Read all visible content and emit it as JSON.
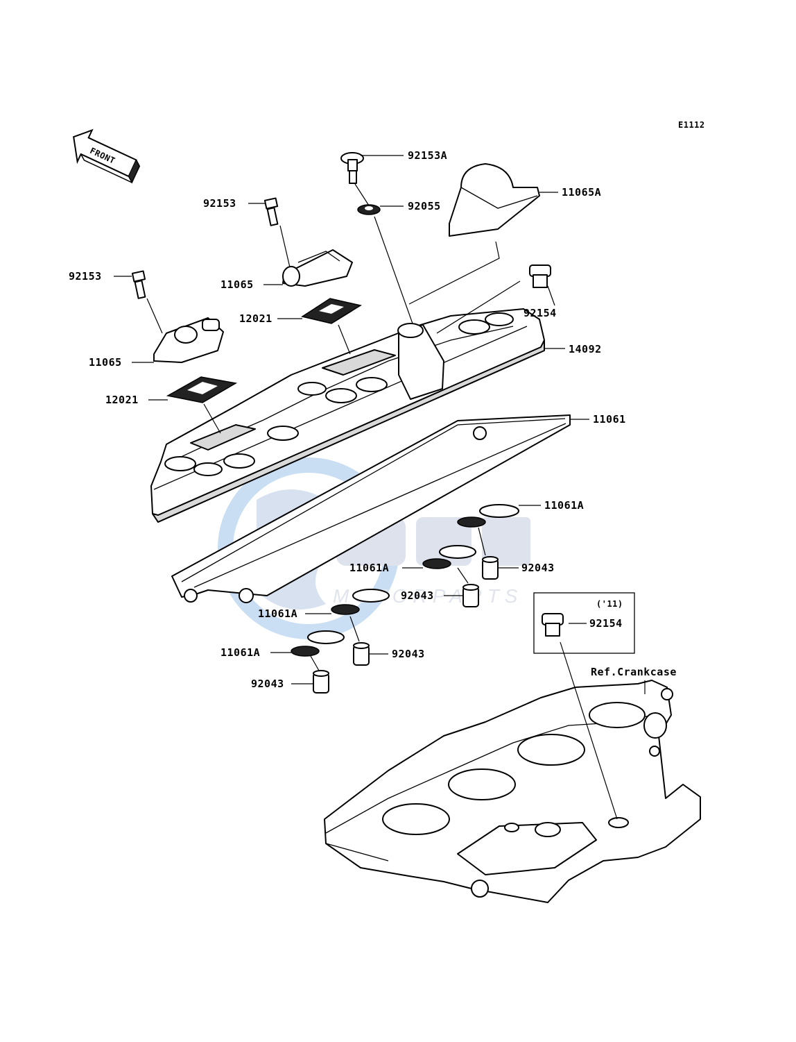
{
  "diagram_code": "E1112",
  "front_arrow_label": "FRONT",
  "watermark": {
    "text": "MOTORPARTS",
    "logo": "osm"
  },
  "inset": {
    "year_label": "('11)",
    "part": "92154"
  },
  "reference_label": "Ref.Crankcase",
  "callouts": {
    "c_92153A": "92153A",
    "c_92055": "92055",
    "c_11065A": "11065A",
    "c_92153_top": "92153",
    "c_92153_left": "92153",
    "c_11065_top": "11065",
    "c_11065_left": "11065",
    "c_12021_top": "12021",
    "c_12021_left": "12021",
    "c_92154": "92154",
    "c_14092": "14092",
    "c_11061": "11061",
    "c_11061A_1": "11061A",
    "c_11061A_2": "11061A",
    "c_11061A_3": "11061A",
    "c_11061A_4": "11061A",
    "c_92043_1": "92043",
    "c_92043_2": "92043",
    "c_92043_3": "92043",
    "c_92043_4": "92043"
  }
}
